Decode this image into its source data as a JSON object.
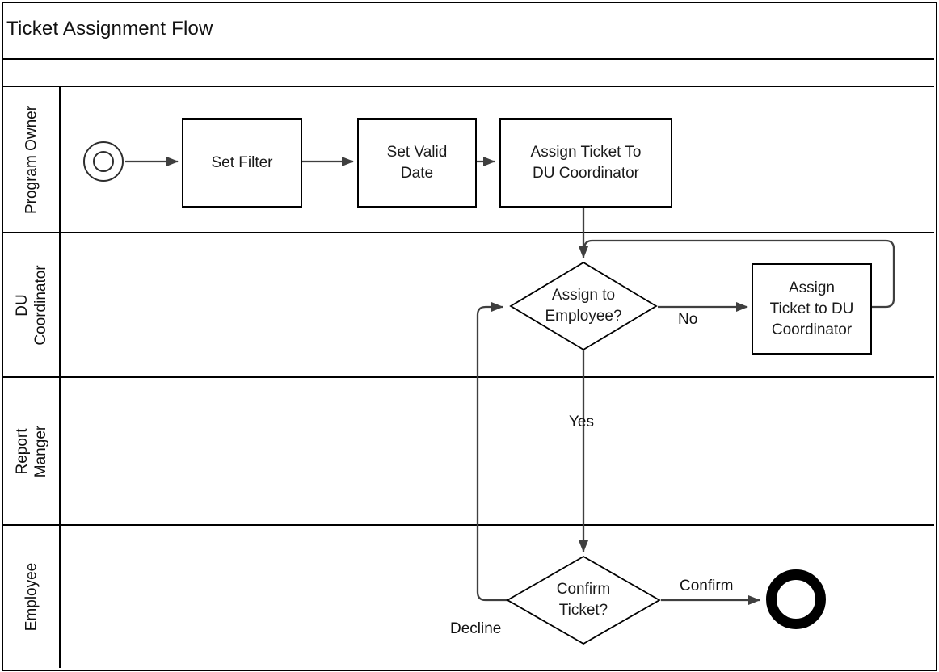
{
  "diagram": {
    "title": "Ticket Assignment Flow",
    "lanes": [
      {
        "label": "Program Owner"
      },
      {
        "label": "DU\nCoordinator"
      },
      {
        "label": "Report\nManger"
      },
      {
        "label": "Employee"
      }
    ],
    "tasks": [
      {
        "label": "Set Filter"
      },
      {
        "label": "Set Valid\nDate"
      },
      {
        "label": "Assign Ticket To\nDU Coordinator"
      },
      {
        "label": "Assign\nTicket to DU\nCoordinator"
      }
    ],
    "gateways": [
      {
        "label": "Assign to\nEmployee?"
      },
      {
        "label": "Confirm\nTicket?"
      }
    ],
    "edge_labels": {
      "no": "No",
      "yes": "Yes",
      "confirm": "Confirm",
      "decline": "Decline"
    },
    "colors": {
      "connector": "#3f3f3f",
      "shape_border": "#000000",
      "background": "#ffffff"
    }
  }
}
